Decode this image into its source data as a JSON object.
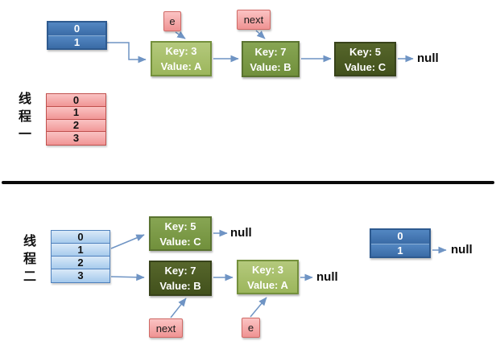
{
  "labels": {
    "e": "e",
    "next": "next",
    "null": "null"
  },
  "colors": {
    "node_light_green": "#a8bf6e",
    "node_medium_green": "#7d9b49",
    "node_dark_green": "#4b5a23",
    "bucket_blue": "#3f74ae",
    "tag_pink": "#f5a5a5",
    "tag_pink_border": "#cf6a66",
    "table_pink_border": "#c0504d",
    "table_light_blue": "#b9d5f0",
    "table_blue_border": "#4f81bd",
    "arrow_blue": "#6f94c4",
    "divider": "#0a0a0a"
  },
  "thread1": {
    "name": "线程一",
    "chars": [
      "线",
      "程",
      "一"
    ],
    "bucket": [
      "0",
      "1"
    ],
    "table": [
      "0",
      "1",
      "2",
      "3"
    ],
    "nodes": [
      {
        "key": "Key: 3",
        "value": "Value: A"
      },
      {
        "key": "Key: 7",
        "value": "Value: B"
      },
      {
        "key": "Key: 5",
        "value": "Value: C"
      }
    ]
  },
  "thread2": {
    "name": "线程二",
    "chars": [
      "线",
      "程",
      "二"
    ],
    "table": [
      "0",
      "1",
      "2",
      "3"
    ],
    "nodes": [
      {
        "key": "Key: 5",
        "value": "Value: C"
      },
      {
        "key": "Key: 7",
        "value": "Value: B"
      },
      {
        "key": "Key: 3",
        "value": "Value: A"
      }
    ],
    "bucket": [
      "0",
      "1"
    ]
  }
}
